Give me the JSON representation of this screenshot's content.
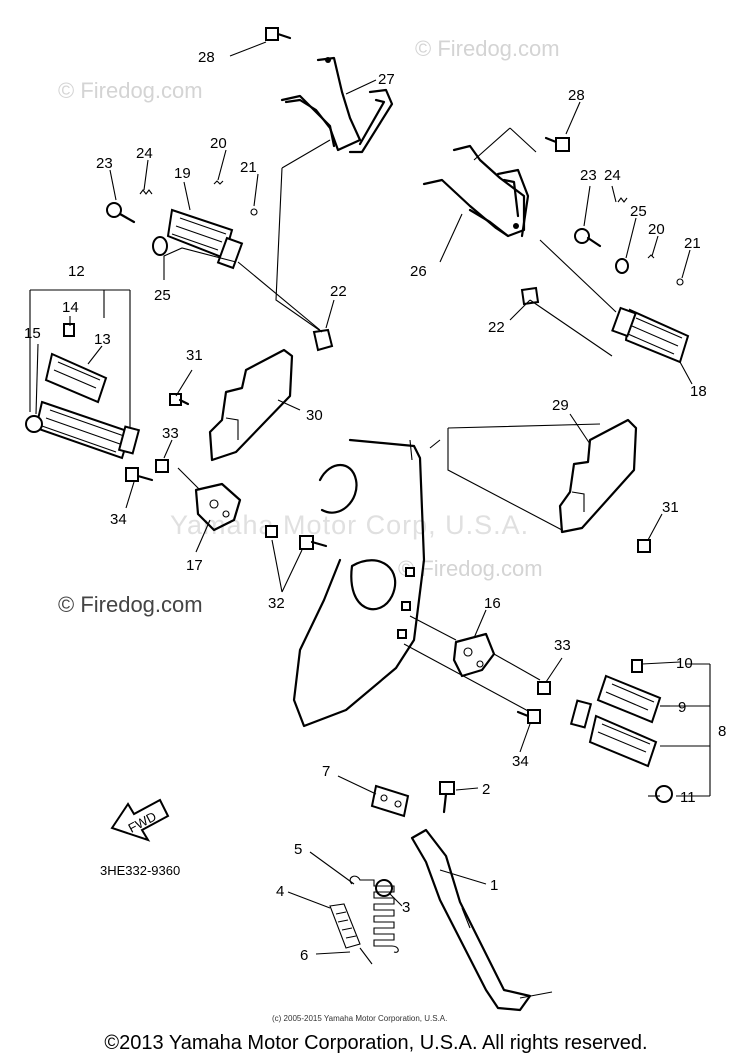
{
  "watermarks": {
    "top_left": "© Firedog.com",
    "top_right": "© Firedog.com",
    "middle_left": "© Firedog.com",
    "middle_right": "© Firedog.com",
    "center": "Yamaha Motor Corp, U.S.A."
  },
  "diagram": {
    "part_code": "3HE332-9360",
    "fwd_label": "FWD",
    "small_copyright": "(c) 2005-2015 Yamaha Motor Corporation, U.S.A.",
    "callouts": {
      "c1": "1",
      "c2": "2",
      "c3": "3",
      "c4": "4",
      "c5": "5",
      "c6": "6",
      "c7": "7",
      "c8": "8",
      "c9": "9",
      "c10": "10",
      "c11": "11",
      "c12": "12",
      "c13": "13",
      "c14": "14",
      "c15": "15",
      "c16": "16",
      "c17": "17",
      "c18": "18",
      "c19": "19",
      "c20a": "20",
      "c20b": "20",
      "c21a": "21",
      "c21b": "21",
      "c22a": "22",
      "c22b": "22",
      "c23a": "23",
      "c23b": "23",
      "c24a": "24",
      "c24b": "24",
      "c25a": "25",
      "c25b": "25",
      "c26": "26",
      "c27": "27",
      "c28a": "28",
      "c28b": "28",
      "c29": "29",
      "c30": "30",
      "c31a": "31",
      "c31b": "31",
      "c32": "32",
      "c33a": "33",
      "c33b": "33",
      "c34a": "34",
      "c34b": "34"
    }
  },
  "footer": {
    "copyright": "©2013 Yamaha Motor Corporation, U.S.A. All rights reserved."
  }
}
